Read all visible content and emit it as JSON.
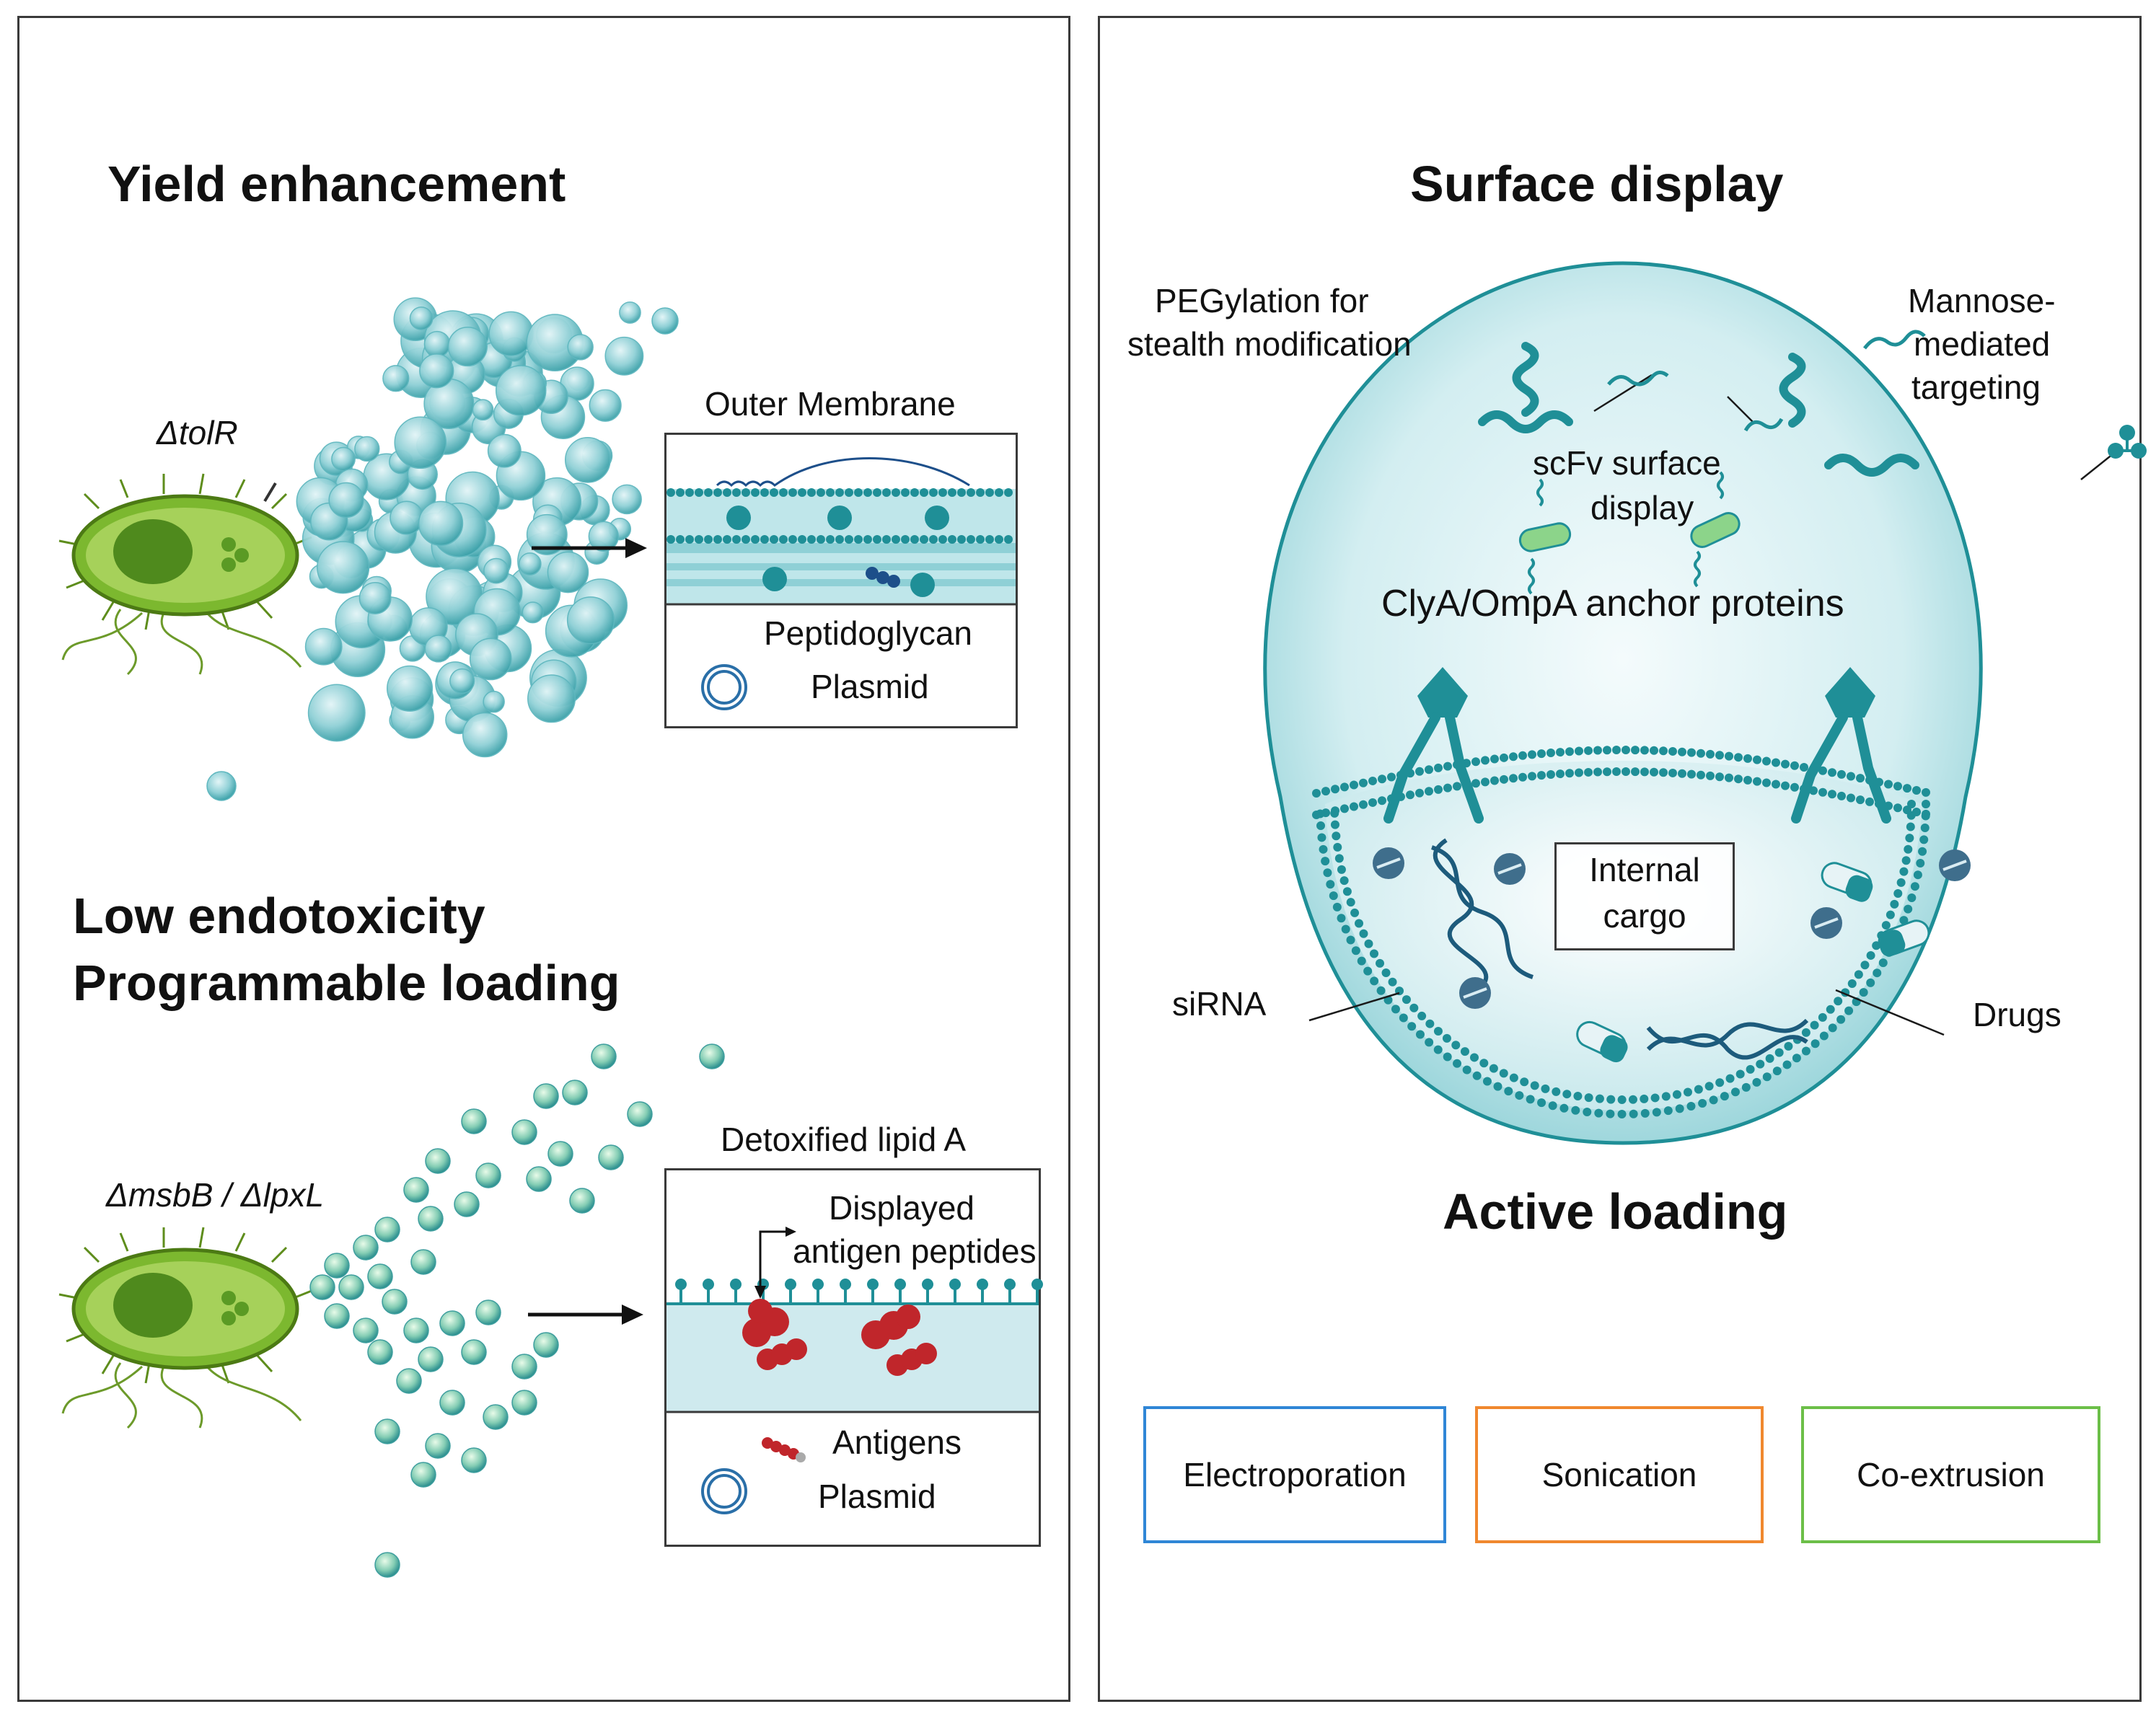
{
  "left": {
    "yield": {
      "title": "Yield enhancement",
      "mutation": "ΔtolR",
      "inset": {
        "title": "Outer Membrane",
        "label_1": "Peptidoglycan",
        "label_2": "Plasmid"
      }
    },
    "endotoxicity": {
      "title_line1": "Low endotoxicity",
      "title_line2": "Programmable loading",
      "mutation": "ΔmsbB / ΔlpxL",
      "inset": {
        "title": "Detoxified lipid A",
        "displayed_line1": "Displayed",
        "displayed_line2": "antigen peptides",
        "label_1": "Antigens",
        "label_2": "Plasmid"
      }
    }
  },
  "right": {
    "title": "Surface display",
    "peg_line1": "PEGylation for",
    "peg_line2": "stealth modification",
    "mannose_line1": "Mannose-",
    "mannose_line2": "mediated",
    "mannose_line3": "targeting",
    "scfv_line1": "scFv surface",
    "scfv_line2": "display",
    "anchor": "ClyA/OmpA anchor proteins",
    "cargo_line1": "Internal",
    "cargo_line2": "cargo",
    "sirna": "siRNA",
    "drugs": "Drugs",
    "active_title": "Active loading",
    "methods": [
      {
        "label": "Electroporation",
        "color": "#2f86d6"
      },
      {
        "label": "Sonication",
        "color": "#f0882e"
      },
      {
        "label": "Co-extrusion",
        "color": "#6cbf48"
      }
    ]
  },
  "colors": {
    "teal": "#1f8f97",
    "teal_light": "#bfe6ea",
    "bacteria_green": "#7cb82f",
    "antigen_red": "#c0262b"
  }
}
